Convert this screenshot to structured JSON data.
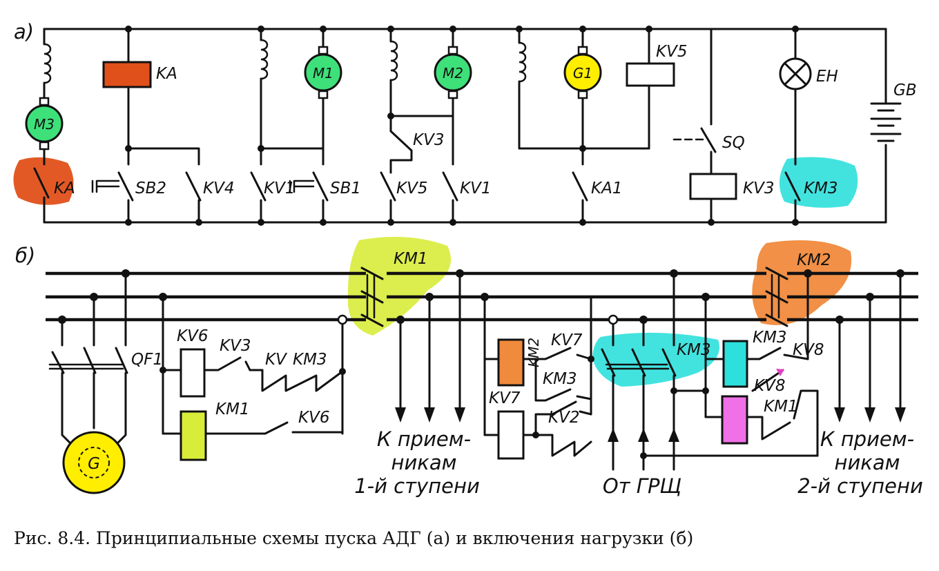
{
  "diagram_a": {
    "part_label": "а)",
    "labels": {
      "m3": "M3",
      "ka_coil": "KA",
      "ka_contact": "KA",
      "sb2": "SB2",
      "kv4": "KV4",
      "m1": "M1",
      "kv1_a": "KV1",
      "sb1": "SB1",
      "m2": "M2",
      "kv3_contact": "KV3",
      "kv5_contact": "KV5",
      "kv1_b": "KV1",
      "g1": "G1",
      "ka1": "KA1",
      "kv5_coil": "KV5",
      "sq": "SQ",
      "kv3_coil": "KV3",
      "eh": "EH",
      "km3": "KM3",
      "gb": "GB"
    }
  },
  "diagram_b": {
    "part_label": "б)",
    "labels": {
      "qf1": "QF1",
      "gen": "G",
      "kv6_coil": "KV6",
      "kv3": "KV3",
      "kv": "KV",
      "km3_a": "KM3",
      "km1_coil": "KM1",
      "kv6_contact": "KV6",
      "km1_main": "KM1",
      "km2_aux": "KM2",
      "kv7_a": "KV7",
      "km3_b": "KM3",
      "kv7_coil": "KV7",
      "kv2": "KV2",
      "km3_main": "KM3",
      "km3_coil": "KM3",
      "kv8_a": "KV8",
      "kv8_b": "KV8",
      "km1_aux": "KM1",
      "km2_main": "KM2"
    },
    "receivers_1": [
      "К прием-",
      "никам",
      "1-й ступени"
    ],
    "source": "От ГРЩ",
    "receivers_2": [
      "К прием-",
      "никам",
      "2-й ступени"
    ]
  },
  "caption": "Рис. 8.4. Принципиальные схемы пуска АДГ (а) и включения нагрузки (б)",
  "colors": {
    "motor_green": "#3ee07a",
    "generator_yellow": "#ffee00",
    "ka_orange": "#e0501a",
    "km1_lime": "#d8ec3a",
    "km2_orange": "#f08a3c",
    "km3_cyan": "#2ee0dc",
    "km1_magenta": "#f070e8"
  }
}
